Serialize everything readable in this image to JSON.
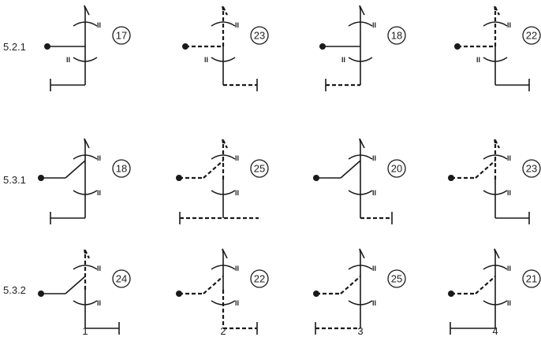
{
  "rows": [
    {
      "label": "5.2.1",
      "kind": "straight",
      "cells": [
        {
          "value": "17",
          "dash": {
            "feed": false,
            "upper": false,
            "lower": false,
            "bottom": false
          }
        },
        {
          "value": "23",
          "dash": {
            "feed": true,
            "upper": true,
            "lower": false,
            "bottom": true
          }
        },
        {
          "value": "18",
          "dash": {
            "feed": false,
            "upper": false,
            "lower": false,
            "bottom": true
          }
        },
        {
          "value": "22",
          "dash": {
            "feed": true,
            "upper": true,
            "lower": false,
            "bottom": false
          }
        }
      ]
    },
    {
      "label": "5.3.1",
      "kind": "angled-low",
      "cells": [
        {
          "value": "18",
          "dash": {
            "feed": false,
            "upper": false,
            "lower": false,
            "bottom": false
          }
        },
        {
          "value": "25",
          "dash": {
            "feed": true,
            "upper": true,
            "lower": false,
            "bottom": true
          }
        },
        {
          "value": "20",
          "dash": {
            "feed": false,
            "upper": false,
            "lower": false,
            "bottom": true
          }
        },
        {
          "value": "23",
          "dash": {
            "feed": true,
            "upper": true,
            "lower": false,
            "bottom": false
          }
        }
      ]
    },
    {
      "label": "5.3.2",
      "kind": "angled-high",
      "cells": [
        {
          "value": "24",
          "dash": {
            "feed": false,
            "upper": true,
            "lower": false,
            "bottom": false
          }
        },
        {
          "value": "22",
          "dash": {
            "feed": true,
            "upper": false,
            "lower": true,
            "bottom": true
          }
        },
        {
          "value": "25",
          "dash": {
            "feed": true,
            "upper": false,
            "lower": false,
            "bottom": true
          }
        },
        {
          "value": "21",
          "dash": {
            "feed": true,
            "upper": false,
            "lower": false,
            "bottom": false
          }
        }
      ]
    }
  ],
  "columns": [
    "1",
    "2",
    "3",
    "4"
  ],
  "mark": "II",
  "colors": {
    "stroke": "#1a1a1a",
    "badge": "#1a1a1a"
  }
}
